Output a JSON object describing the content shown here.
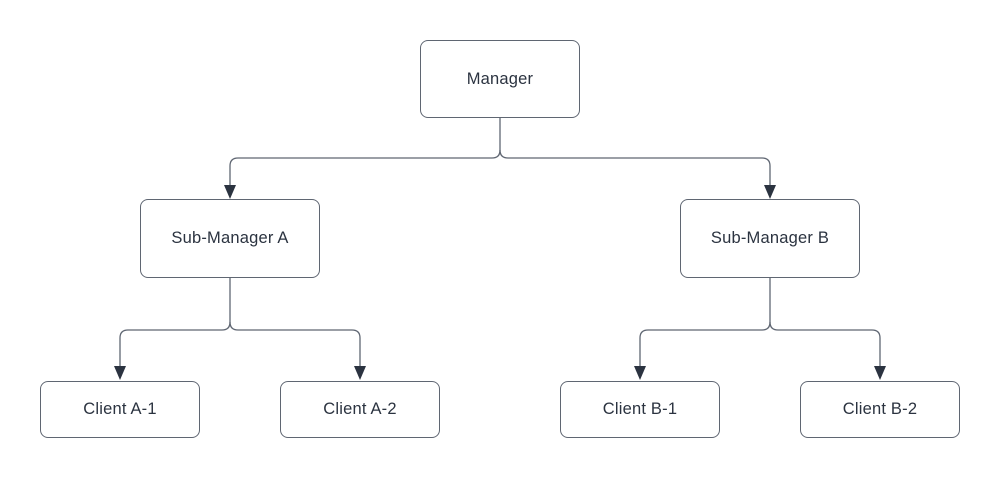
{
  "diagram": {
    "type": "org-chart",
    "background": "#ffffff",
    "colors": {
      "node_fill": "#ffffff",
      "node_border": "#5f6672",
      "connector": "#5f6672",
      "arrowhead": "#2b3340",
      "text": "#2b3340"
    },
    "nodes": {
      "manager": {
        "label": "Manager"
      },
      "sub_a": {
        "label": "Sub-Manager A"
      },
      "sub_b": {
        "label": "Sub-Manager B"
      },
      "client_a1": {
        "label": "Client A-1"
      },
      "client_a2": {
        "label": "Client A-2"
      },
      "client_b1": {
        "label": "Client B-1"
      },
      "client_b2": {
        "label": "Client B-2"
      }
    },
    "edges": [
      {
        "from": "Manager",
        "to": "Sub-Manager A"
      },
      {
        "from": "Manager",
        "to": "Sub-Manager B"
      },
      {
        "from": "Sub-Manager A",
        "to": "Client A-1"
      },
      {
        "from": "Sub-Manager A",
        "to": "Client A-2"
      },
      {
        "from": "Sub-Manager B",
        "to": "Client B-1"
      },
      {
        "from": "Sub-Manager B",
        "to": "Client B-2"
      }
    ]
  }
}
